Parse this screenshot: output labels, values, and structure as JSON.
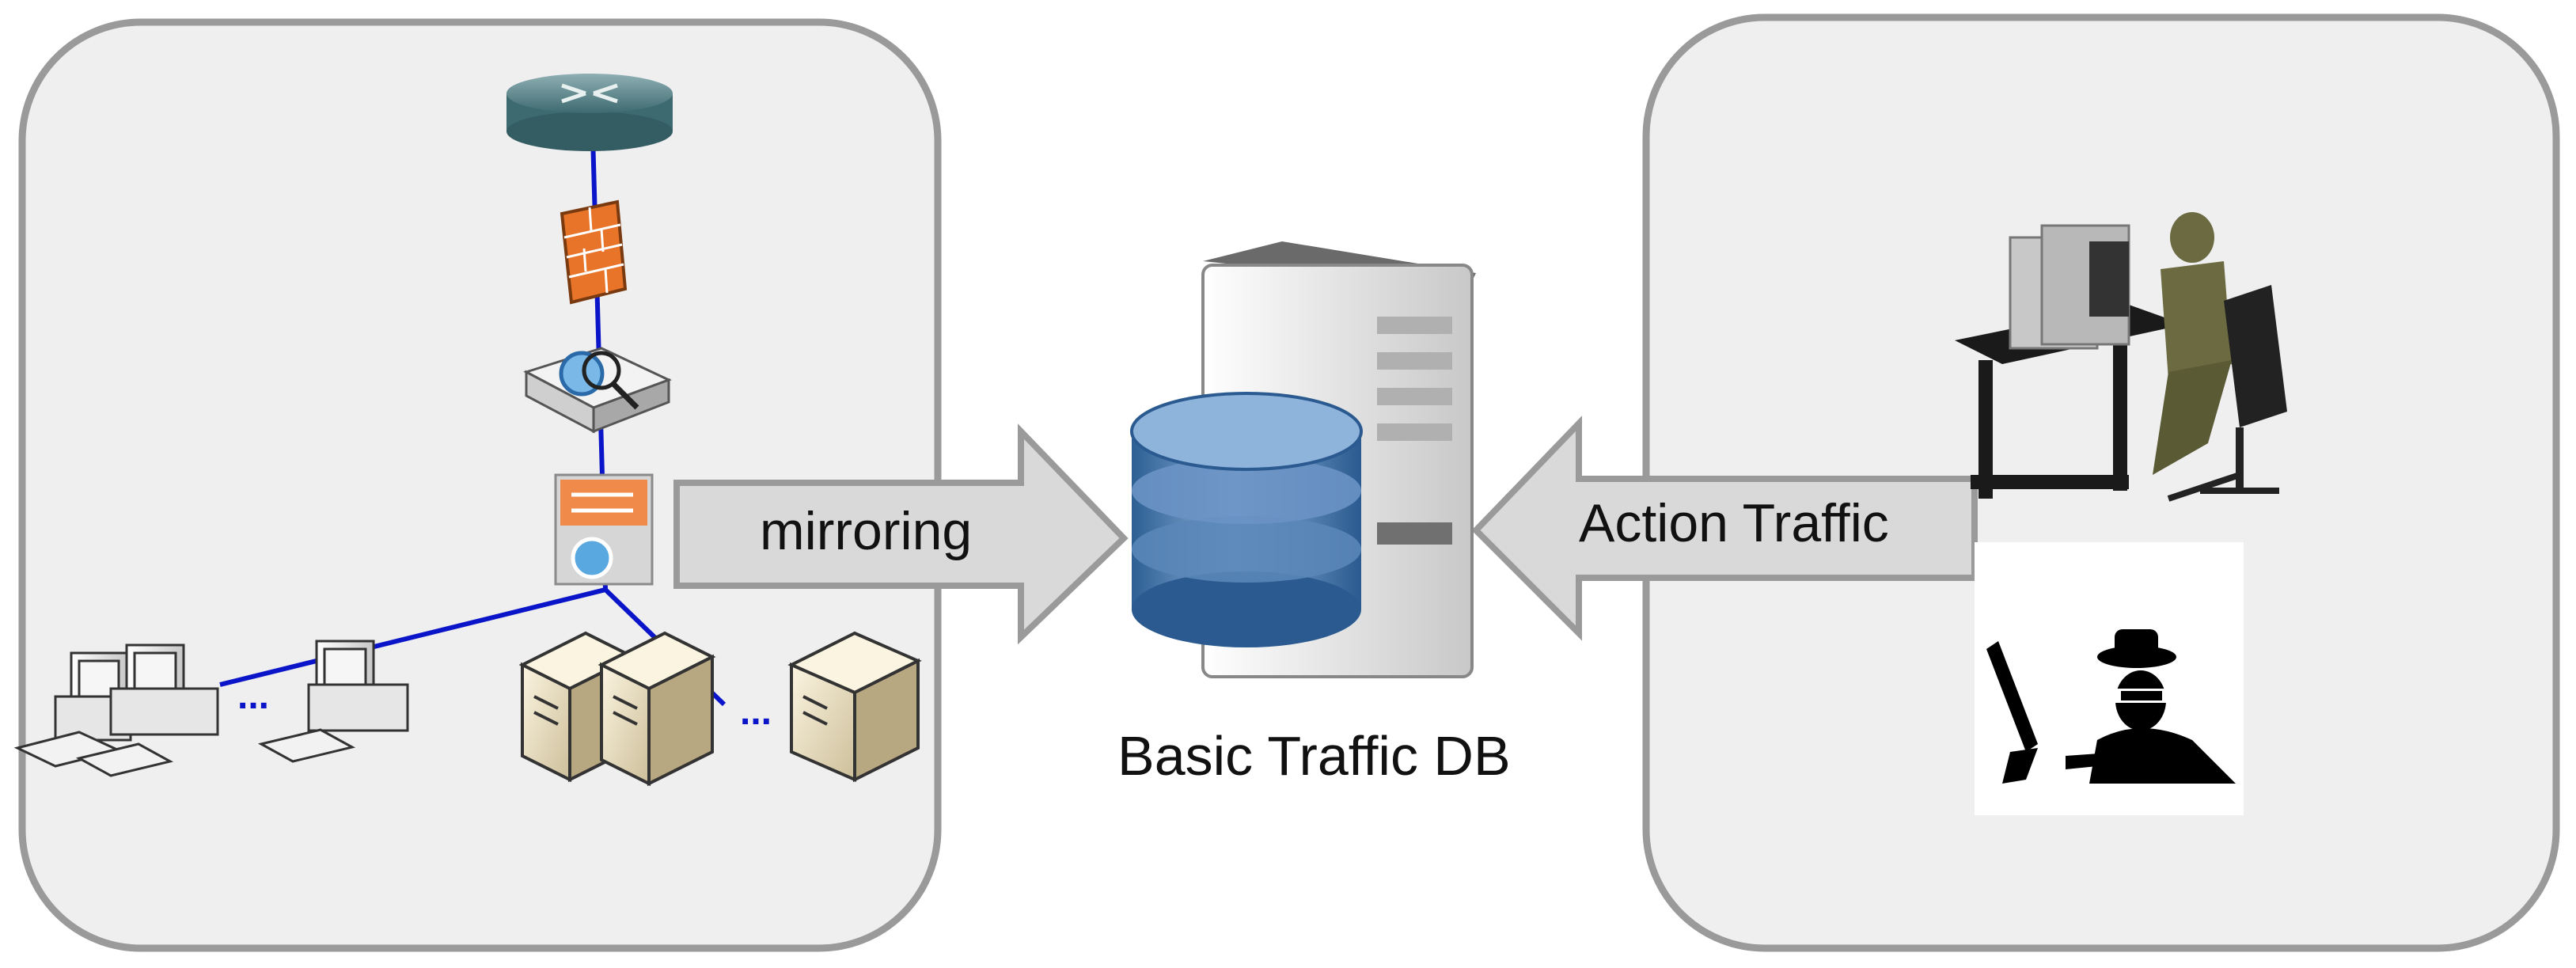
{
  "diagram": {
    "mirroring_label": "mirroring",
    "action_traffic_label": "Action Traffic",
    "db_label": "Basic Traffic DB",
    "panel_fill": "#efefef",
    "panel_stroke": "#9a9a9a",
    "link_color": "#0a14c8",
    "arrow_fill": "#d9d9d9",
    "icons": {
      "router": "router-icon",
      "firewall": "firewall-icon",
      "ips": "ips-appliance-icon",
      "switch": "switch-icon",
      "workstations": "workstation-icon",
      "servers": "server-icon",
      "database_server": "database-server-icon",
      "soldier": "soldier-at-computer-icon",
      "hacker": "hacker-icon"
    },
    "ellipsis": "..."
  }
}
